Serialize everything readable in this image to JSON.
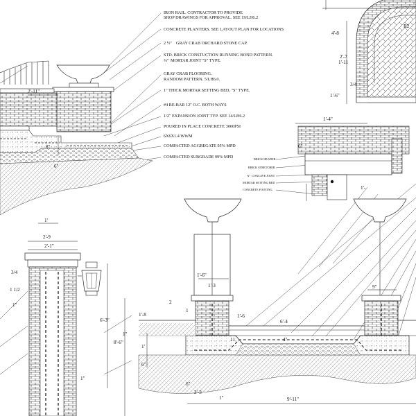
{
  "notes": {
    "n1": "IRON RAIL. CONTRACTOR TO PROVIDE",
    "n1b": "SHOP DRAWINGS FOR APPROVAL. SEE 19/LH6.2",
    "n2": "CONCRETE PLANTERS. SEE LAYOUT PLAN FOR LOCATIONS",
    "n3": "GRAY CRAB ORCHARD STONE CAP.",
    "n4": "STD. BRICK CONSTUCTION RUNNING BOND PATTERN.",
    "n4b": "MORTAR JOINT \"S\" TYPE.",
    "n5": "GRAY CRAB FLOORING.",
    "n5b": "RANDOM PATTERN.  5/LH6.0.",
    "n6": "1\" THICK MORTAR SETTING BED, \"S\" TYPE.",
    "n7": "#4 RE-BAR 12\" O.C. BOTH WAYS",
    "n8": "1/2\" EXPANSION JOINT TYP.  SEE 14/LH6.2",
    "n9": "POURED IN PLACE CONCRETE 3000PSI",
    "n10": "6X6X1.4 WWM",
    "n11": "COMPACTED AGGREGATE 95% MPD",
    "n12": "COMPACTED SUBGRADE 99% MPD"
  },
  "detail_labels": {
    "l1": "BRICK HEADER",
    "l2": "BRICK STRETCHER",
    "l3": "CONCAVE JOINT",
    "l4": "MORTAR SETTING BED",
    "l5": "CONCRETE FOOTING"
  },
  "dims": {
    "d_2_11": "2'-11\"",
    "d_8": "8\"",
    "d_6a": "6\"",
    "d_1a": "1'",
    "d_1_4": "1'-4\"",
    "d_6b": "6\"",
    "d_1_b": "1'-",
    "d_R2": "R2",
    "d_4_8": "4'-8",
    "d_2_7": "2'-7",
    "d_1_11": "1'-11",
    "d_1_6a": "1'-6\"",
    "d_3_4a": "3/4",
    "d_2_9": "2'-9",
    "d_2_1a": "2'-1\"",
    "d_3_4b": "3/4",
    "d_1_1_2a": "1 1/2",
    "d_1b": "1\"",
    "d_1c": "1\"",
    "d_6_3": "6'-3\"",
    "d_8_6": "8'-6\"",
    "d_1d": "1\"",
    "d_1e": "1\"",
    "d_1_6b": "1'-6\"",
    "d_1_3": "1'-3",
    "d_9": "9\"",
    "d_1_8": "1'-8",
    "d_2_1_2": "2",
    "d_1_3_8": "1",
    "d_1_6c": "1'-6",
    "d_6_4": "6'-4",
    "d_11": "11",
    "d_4": "4\"",
    "d_1f": "1'",
    "d_6c": "6\"",
    "d_6d": "6\"",
    "d_2_3": "2'-3",
    "d_9_11": "9'-11\""
  }
}
